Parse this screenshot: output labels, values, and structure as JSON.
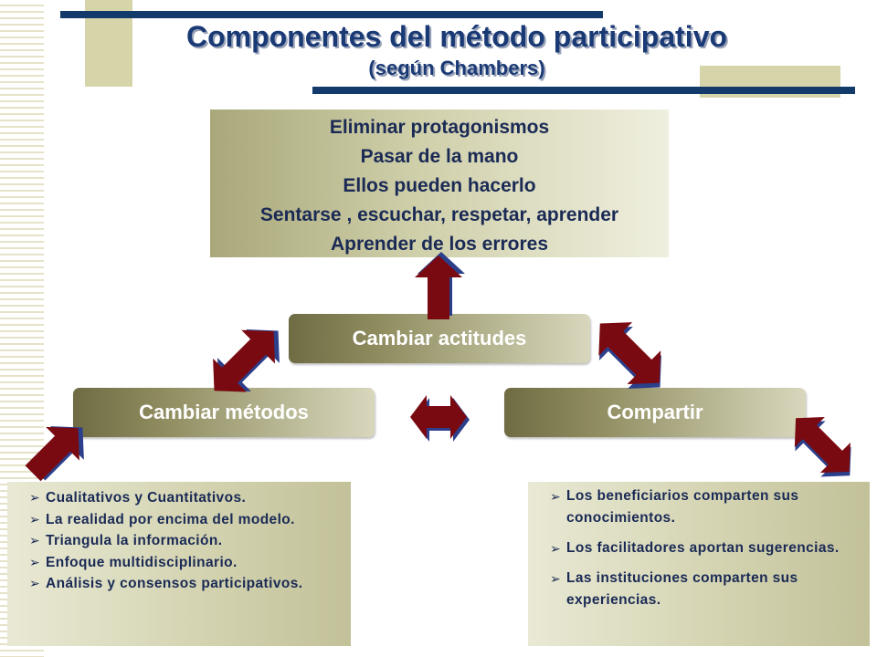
{
  "title": {
    "main": "Componentes del método participativo",
    "sub": "(según Chambers)"
  },
  "top_box": {
    "lines": [
      "Eliminar protagonismos",
      "Pasar de la mano",
      "Ellos pueden hacerlo",
      "Sentarse , escuchar, respetar, aprender",
      "Aprender de los errores"
    ]
  },
  "nodes": {
    "center": "Cambiar actitudes",
    "left": "Cambiar métodos",
    "right": "Compartir"
  },
  "left_list": [
    "Cualitativos y Cuantitativos.",
    "La realidad por encima del modelo.",
    "Triangula la información.",
    "Enfoque multidisciplinario.",
    "Análisis y consensos participativos."
  ],
  "right_list": [
    "Los beneficiarios comparten sus conocimientos.",
    "Los facilitadores aportan sugerencias.",
    "Las instituciones comparten sus experiencias."
  ],
  "colors": {
    "title": "#1a3a75",
    "arrow": "#7a0a12",
    "arrow_outline": "#2c3f8a",
    "accent_bar": "#123a6b",
    "beige_block": "#d6d5a9"
  },
  "icons": {
    "bullet": "arrowhead-bullet-icon",
    "arrow": "double-arrow-icon"
  }
}
